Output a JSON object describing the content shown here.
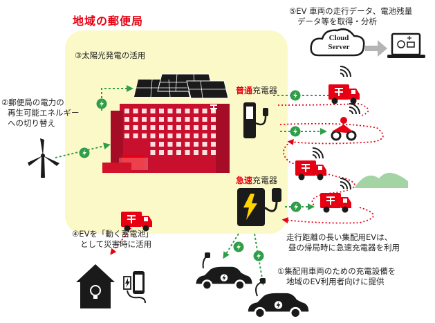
{
  "title": "地域の郵便局",
  "labels": {
    "solar": "③太陽光発電の活用",
    "renewable_1": "②郵便局の電力の",
    "renewable_2": "再生可能エネルギー",
    "renewable_3": "への切り替え",
    "data_1": "⑤EV 車両の走行データ、電池残量",
    "data_2": "データ等を取得・分析",
    "cloud_1": "Cloud",
    "cloud_2": "Server",
    "normal_charger_1": "普通",
    "normal_charger_2": "充電器",
    "fast_charger_1": "急速",
    "fast_charger_2": "充電器",
    "battery_1": "④EVを「動く蓄電池」",
    "battery_2": "として災害時に活用",
    "long_1": "走行距離の長い集配用EVは、",
    "long_2": "昼の帰局時に急速充電器を利用",
    "public_1": "①集配用車両のための充電設備を",
    "public_2": "地域のEV利用者向けに提供"
  },
  "colors": {
    "red": "#e60012",
    "green": "#2e9e48",
    "zone": "#fcf9c9",
    "dark": "#1a1a1a"
  }
}
